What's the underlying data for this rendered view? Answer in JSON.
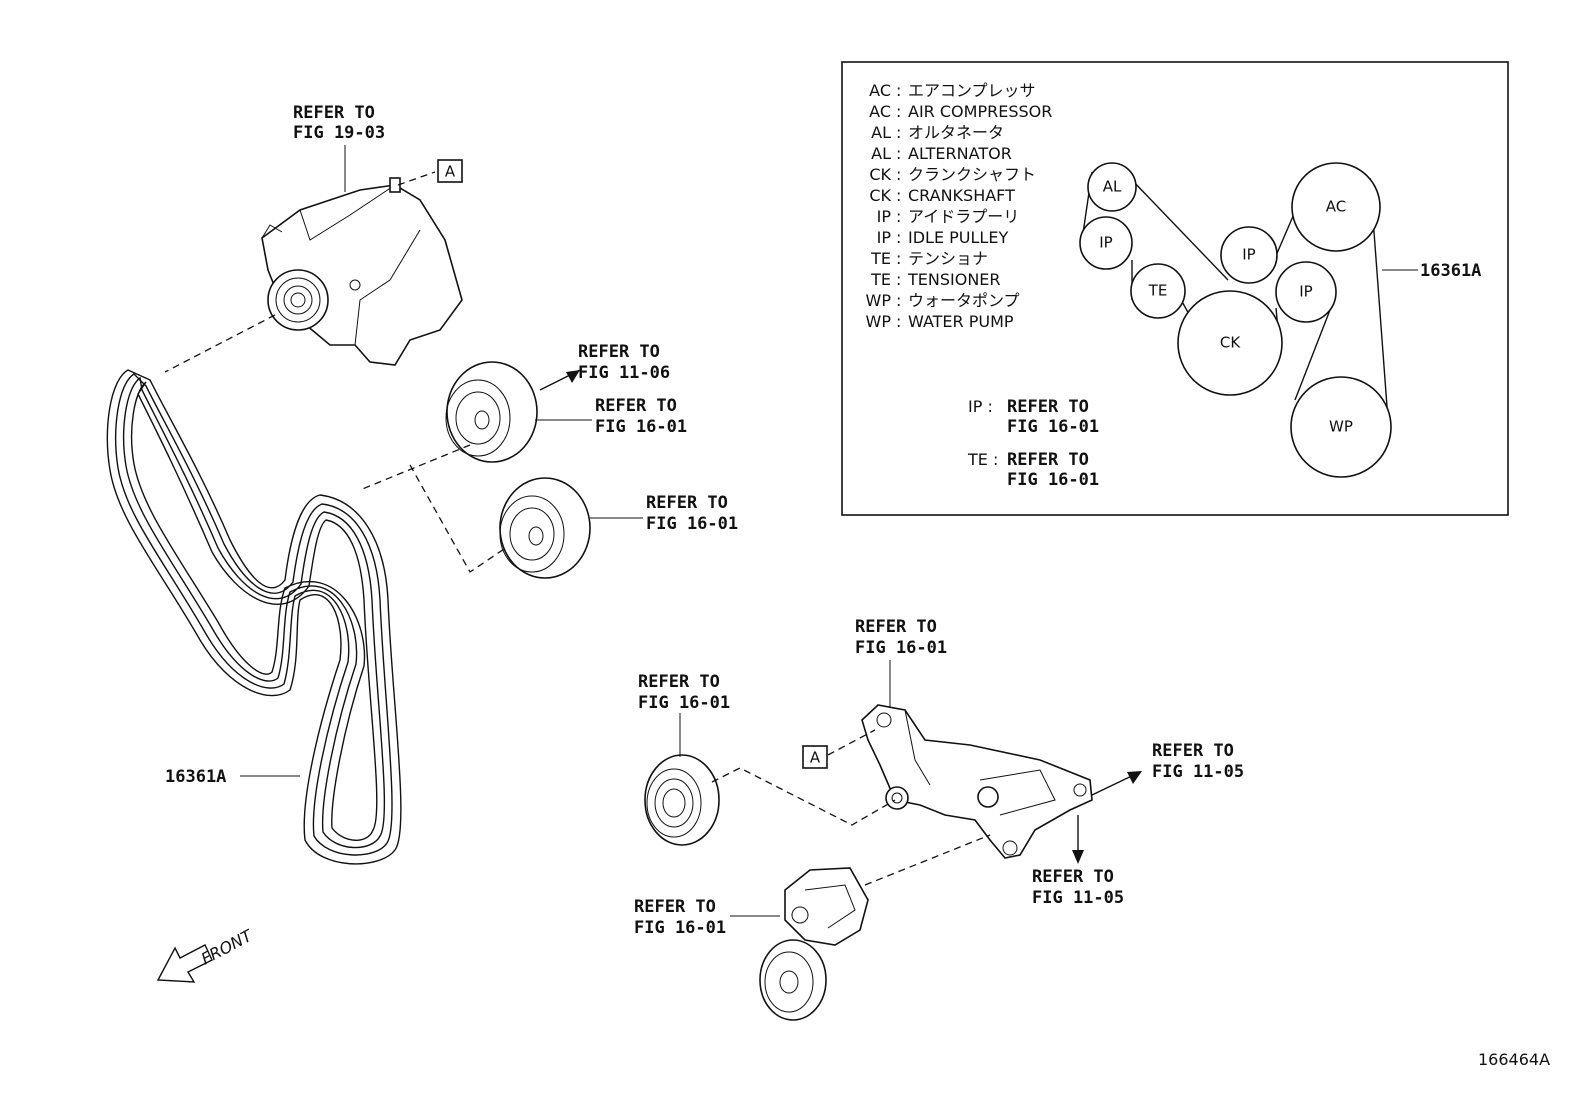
{
  "callouts": {
    "alt_ref_1": "REFER TO",
    "alt_ref_2": "FIG 19-03",
    "arrow_top_1": "REFER TO",
    "arrow_top_2": "FIG 11-06",
    "idler_top_1": "REFER TO",
    "idler_top_2": "FIG 16-01",
    "idler_mid_1": "REFER TO",
    "idler_mid_2": "FIG 16-01",
    "bracket_top_1": "REFER TO",
    "bracket_top_2": "FIG 16-01",
    "small_pulley_1": "REFER TO",
    "small_pulley_2": "FIG 16-01",
    "arrow_right_1": "REFER TO",
    "arrow_right_2": "FIG 11-05",
    "arrow_down_1": "REFER TO",
    "arrow_down_2": "FIG 11-05",
    "tensioner_1": "REFER TO",
    "tensioner_2": "FIG 16-01",
    "belt_part_left": "16361A",
    "belt_part_right": "16361A",
    "marker_a1": "A",
    "marker_a2": "A",
    "front": "FRONT",
    "figure_code": "166464A"
  },
  "legend": {
    "entries": [
      {
        "code": "AC",
        "desc": "エアコンプレッサ"
      },
      {
        "code": "AC",
        "desc": "AIR COMPRESSOR"
      },
      {
        "code": "AL",
        "desc": "オルタネータ"
      },
      {
        "code": "AL",
        "desc": "ALTERNATOR"
      },
      {
        "code": "CK",
        "desc": "クランクシャフト"
      },
      {
        "code": "CK",
        "desc": "CRANKSHAFT"
      },
      {
        "code": "IP",
        "desc": "アイドラプーリ"
      },
      {
        "code": "IP",
        "desc": "IDLE PULLEY"
      },
      {
        "code": "TE",
        "desc": "テンショナ"
      },
      {
        "code": "TE",
        "desc": "TENSIONER"
      },
      {
        "code": "WP",
        "desc": "ウォータポンプ"
      },
      {
        "code": "WP",
        "desc": "WATER PUMP"
      }
    ],
    "ip_code": "IP :",
    "ip_ref_1": "REFER TO",
    "ip_ref_2": "FIG 16-01",
    "te_code": "TE :",
    "te_ref_1": "REFER TO",
    "te_ref_2": "FIG 16-01"
  },
  "pulleys": {
    "al": "AL",
    "ip1": "IP",
    "ip2": "IP",
    "ip3": "IP",
    "te": "TE",
    "ck": "CK",
    "ac": "AC",
    "wp": "WP"
  }
}
